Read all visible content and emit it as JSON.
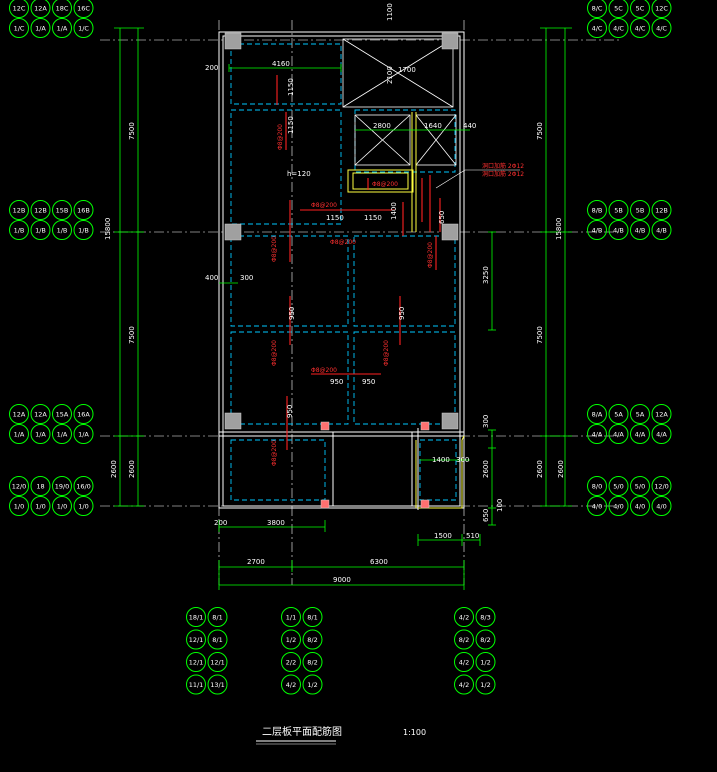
{
  "colors": {
    "background": "#000000",
    "wall": "#ffffff",
    "dimension": "#00ff00",
    "slab_edge": "#00c8ff",
    "rebar": "#ff2020",
    "column": "#a0a0a0",
    "opening": "#ffff00",
    "bubble": "#00ff00"
  },
  "drawing": {
    "title": "二层板平面配筋图",
    "scale": "1:100"
  },
  "dims_top": {
    "overall_top": "1100"
  },
  "dims_left": {
    "total": "15800",
    "bay_top": "7500",
    "bay_mid": "7500",
    "bay_bottom": "2600"
  },
  "dims_right": {
    "total": "15800",
    "bay_top": "7500",
    "bay_mid": "7500",
    "bay_bottom": "2600",
    "sub_3250": "3250",
    "sub_300": "300",
    "sub_2600": "2600",
    "sub_650": "650",
    "sub_100": "100"
  },
  "dims_bottom": {
    "bay_left": "2700",
    "bay_right": "6300",
    "total": "9000",
    "lower_left_200": "200",
    "lower_left_3800": "3800",
    "stair_1500": "1500",
    "stair_510": "510"
  },
  "plan_labels": {
    "left_200": "200",
    "left_400": "400",
    "left_300": "300",
    "room_4160": "4160",
    "shaft_2800": "2800",
    "shaft_1640": "1640",
    "shaft_440": "440",
    "slab_h": "h=120",
    "stair_1400": "1400",
    "stair_300": "300",
    "dim_1150a": "1150",
    "dim_1150b": "1150",
    "dim_950a": "950",
    "dim_950b": "950",
    "shaft_1700": "1700",
    "shaft_2100": "2100",
    "note_opening": "洞口加筋 2Φ12",
    "note_opening_b": "洞口加筋 2Φ12",
    "rebar_x1": "Φ8@200",
    "rebar_x2": "Φ8@200",
    "rebar_x3": "Φ8@200",
    "rebar_x4": "Φ8@200",
    "rebar_y1": "Φ8@200",
    "rebar_y2": "Φ8@200",
    "rebar_y3": "Φ8@200",
    "rebar_y4": "Φ8@200",
    "rebar_y5": "Φ8@200",
    "rebar_y6": "Φ8@200",
    "len_1150": "1150",
    "len_1150b": "1150",
    "len_650": "650",
    "len_950a": "950",
    "len_950b": "950",
    "len_950c": "950"
  },
  "axis_bubbles": {
    "top_left": [
      "12C",
      "12A",
      "18C",
      "16C",
      "1/C",
      "1/A",
      "1/A",
      "1/C"
    ],
    "top_right": [
      "8/C",
      "5C",
      "5C",
      "12C",
      "4/C",
      "4/C",
      "4/C",
      "4/C"
    ],
    "left_b": [
      "12B",
      "12B",
      "15B",
      "16B",
      "1/B",
      "1/B",
      "1/B",
      "1/B"
    ],
    "right_b": [
      "8/B",
      "5B",
      "5B",
      "12B",
      "4/B",
      "4/B",
      "4/B",
      "4/B"
    ],
    "left_a": [
      "12A",
      "12A",
      "15A",
      "16A",
      "1/A",
      "1/A",
      "1/A",
      "1/A"
    ],
    "right_a": [
      "8/A",
      "5A",
      "5A",
      "12A",
      "4/A",
      "4/A",
      "4/A",
      "4/A"
    ],
    "left_0": [
      "12/0",
      "18",
      "19/0",
      "16/0",
      "1/0",
      "1/0",
      "1/0",
      "1/0"
    ],
    "right_0": [
      "8/0",
      "5/0",
      "5/0",
      "12/0",
      "4/0",
      "4/0",
      "4/0",
      "4/0"
    ],
    "bottom_1": [
      "18/1",
      "8/1",
      "12/1",
      "8/1",
      "12/1",
      "12/1",
      "11/1",
      "13/1"
    ],
    "bottom_2": [
      "1/1",
      "8/1",
      "1/2",
      "8/2",
      "2/2",
      "8/2",
      "4/2",
      "1/2"
    ],
    "bottom_3": [
      "4/2",
      "8/3",
      "8/2",
      "8/2",
      "4/2",
      "1/2",
      "4/2",
      "1/2"
    ]
  }
}
